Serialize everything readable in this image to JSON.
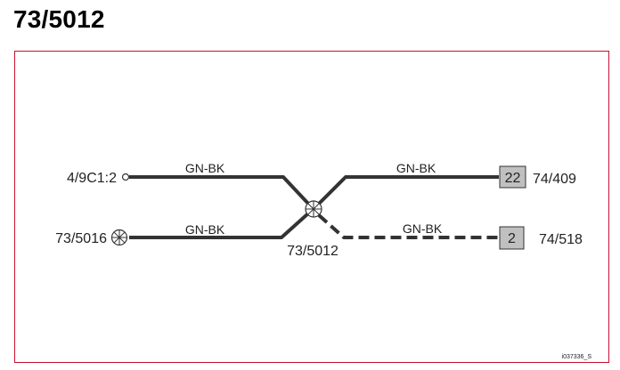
{
  "title": "73/5012",
  "diagram": {
    "left_top_connector": "4/9C1:2",
    "left_bottom_connector": "73/5016",
    "splice_label": "73/5012",
    "wire_colors": {
      "left_top": "GN-BK",
      "left_bottom": "GN-BK",
      "right_top": "GN-BK",
      "right_bottom": "GN-BK"
    },
    "pins": {
      "top": "22",
      "bottom": "2"
    },
    "right_top_connector": "74/409",
    "right_bottom_connector": "74/518",
    "figure_id": "i037336_S"
  },
  "colors": {
    "frame": "#c8102e",
    "wire": "#333333",
    "pin_box_fill": "#c0c0c0"
  }
}
